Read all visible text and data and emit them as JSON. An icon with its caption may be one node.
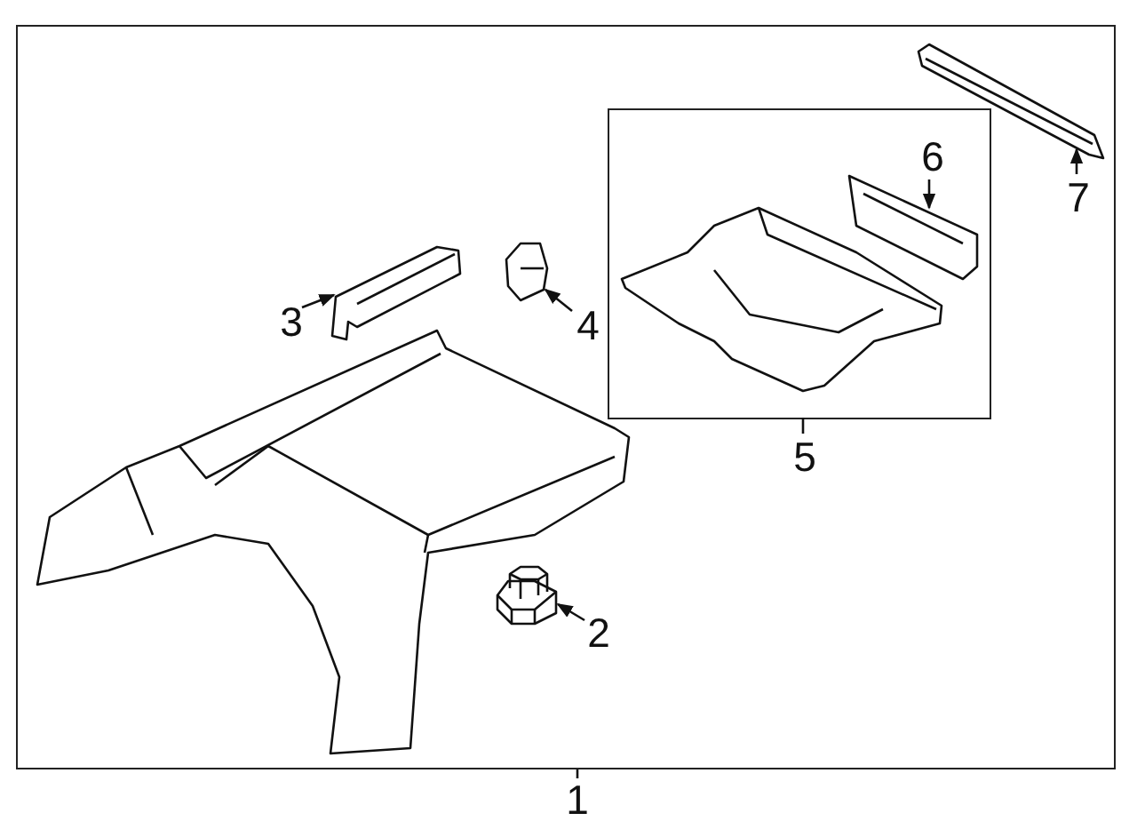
{
  "diagram": {
    "nodes": [
      {
        "text": [],
        "shape": "box"
      },
      {
        "text": [
          "1"
        ]
      },
      {
        "text": [],
        "shape": "picture",
        "in": 0
      },
      {
        "text": [
          "2"
        ],
        "in": 0
      },
      {
        "text": [],
        "shape": "picture",
        "in": 0
      },
      {
        "text": [
          "3"
        ],
        "in": 0
      },
      {
        "text": [],
        "shape": "picture",
        "in": 0
      },
      {
        "text": [
          "4"
        ],
        "in": 0
      },
      {
        "text": [],
        "shape": "picture",
        "in": 0
      },
      {
        "text": [],
        "shape": "box",
        "in": 0
      },
      {
        "text": [
          "5"
        ],
        "in": 0
      },
      {
        "text": [],
        "shape": "picture",
        "in": 9
      },
      {
        "text": [
          "6"
        ],
        "in": 9
      },
      {
        "text": [],
        "shape": "picture",
        "in": 9
      },
      {
        "text": [
          "7"
        ],
        "in": 0
      },
      {
        "text": [],
        "shape": "picture",
        "in": 0
      }
    ],
    "edges": [
      {
        "from": 1,
        "to": 0,
        "arrow": "none"
      },
      {
        "from": 3,
        "to": 4,
        "arrow": "to"
      },
      {
        "from": 5,
        "to": 6,
        "arrow": "to"
      },
      {
        "from": 7,
        "to": 8,
        "arrow": "to"
      },
      {
        "from": 10,
        "to": 9,
        "arrow": "none"
      },
      {
        "from": 12,
        "to": 13,
        "arrow": "to"
      },
      {
        "from": 14,
        "to": 15,
        "arrow": "to"
      }
    ]
  }
}
